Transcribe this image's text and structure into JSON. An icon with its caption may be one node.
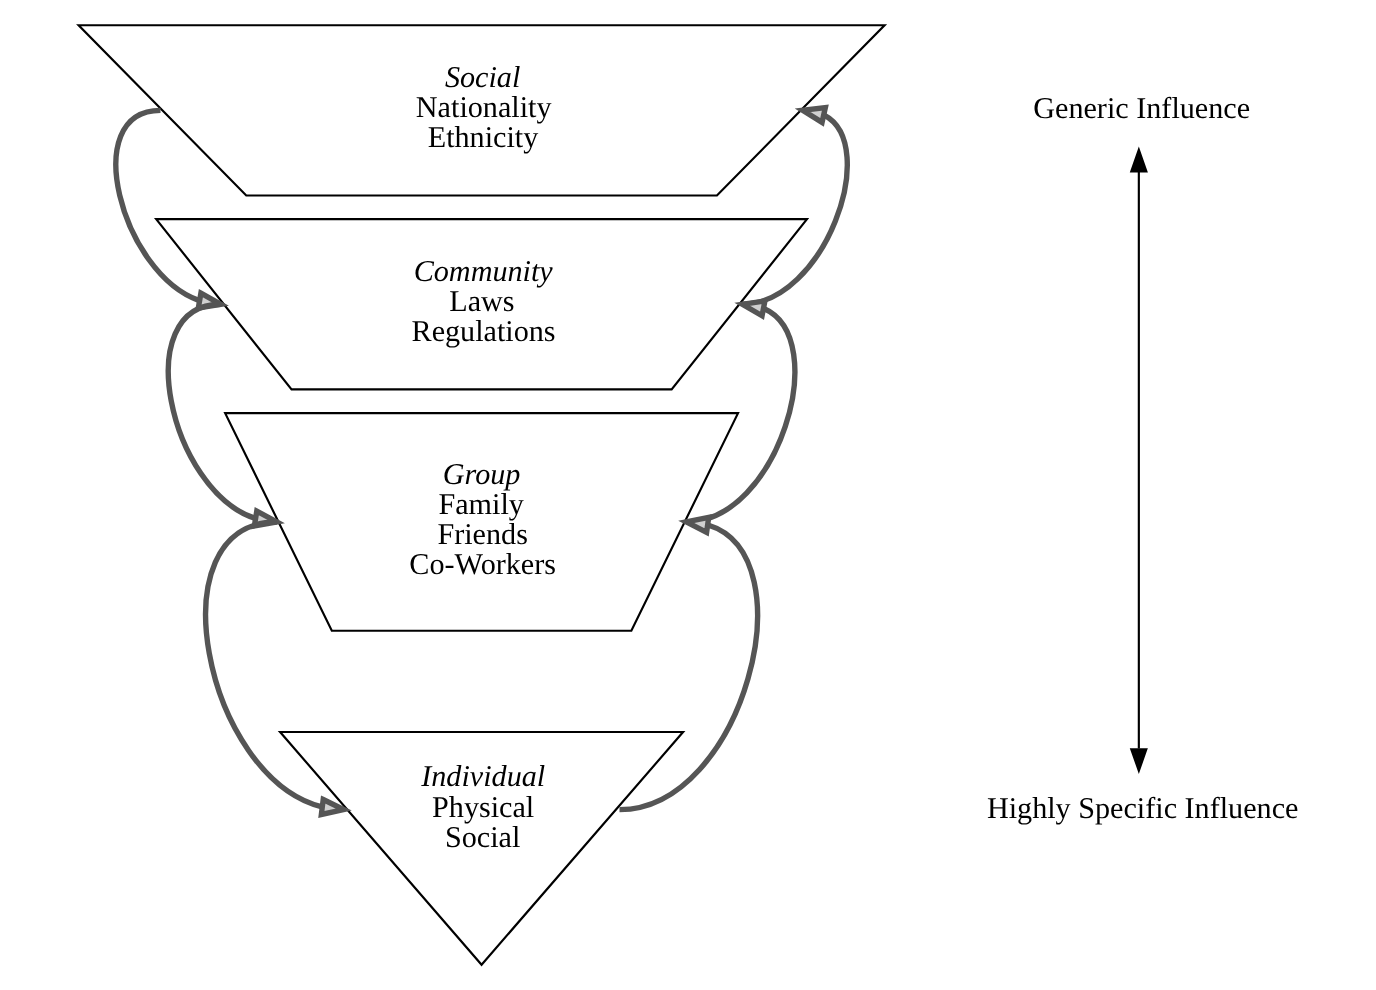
{
  "diagram": {
    "nodes": [
      {
        "text": [
          "Social",
          "Nationality",
          "Ethnicity"
        ]
      },
      {
        "text": [
          "Community",
          "Laws",
          "Regulations"
        ]
      },
      {
        "text": [
          "Group",
          "Family",
          "Friends",
          "Co-Workers"
        ]
      },
      {
        "text": [
          "Individual",
          "Physical",
          "Social"
        ]
      },
      {
        "text": [
          "Generic Influence"
        ]
      },
      {
        "text": [
          "Highly Specific Influence"
        ]
      }
    ],
    "edges": [
      {
        "from": 0,
        "to": 1,
        "arrow": "to"
      },
      {
        "from": 1,
        "to": 0,
        "arrow": "to"
      },
      {
        "from": 1,
        "to": 2,
        "arrow": "to"
      },
      {
        "from": 2,
        "to": 1,
        "arrow": "to"
      },
      {
        "from": 2,
        "to": 3,
        "arrow": "to"
      },
      {
        "from": 3,
        "to": 2,
        "arrow": "to"
      },
      {
        "from": 4,
        "to": 5,
        "arrow": "both"
      }
    ]
  }
}
